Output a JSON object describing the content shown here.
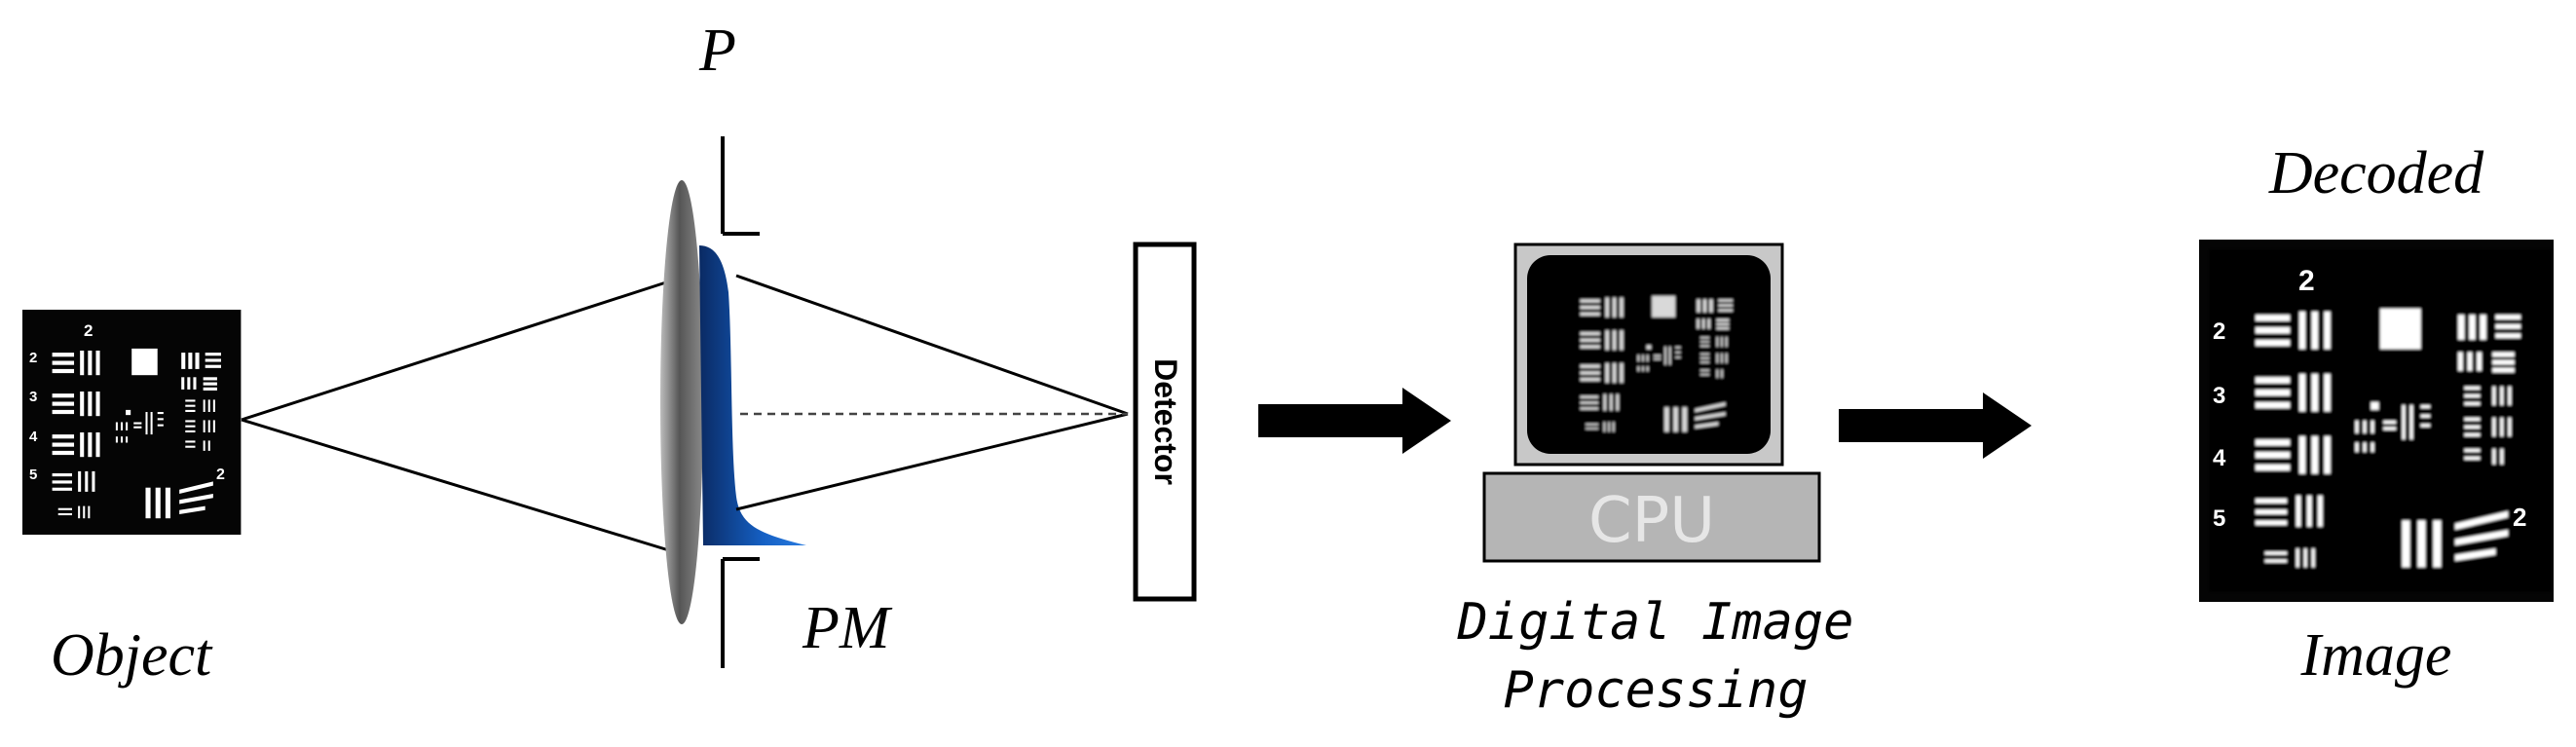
{
  "labels": {
    "object": "Object",
    "p": "P",
    "pm": "PM",
    "detector": "Detector",
    "cpu": "CPU",
    "processing_line1": "Digital Image",
    "processing_line2": "Processing",
    "decoded": "Decoded",
    "image": "Image"
  },
  "target_numerals": {
    "top": "2",
    "row2": "2",
    "row3": "3",
    "row4": "4",
    "row5": "5",
    "corner": "2"
  },
  "colors": {
    "phase_mask_dark": "#0b2f6e",
    "phase_mask_light": "#1a6fd4",
    "lens_dark": "#3a3a3a",
    "lens_light": "#b8b8b8",
    "cpu_box": "#b5b5b5",
    "monitor_frame": "#c8c8c8"
  }
}
